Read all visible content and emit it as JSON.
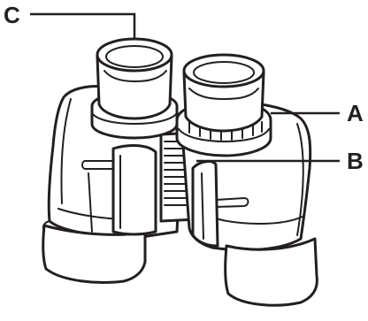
{
  "callouts": {
    "a": {
      "label": "A"
    },
    "b": {
      "label": "B"
    },
    "c": {
      "label": "C"
    }
  },
  "colors": {
    "ink": "#231f20",
    "background": "#ffffff"
  }
}
